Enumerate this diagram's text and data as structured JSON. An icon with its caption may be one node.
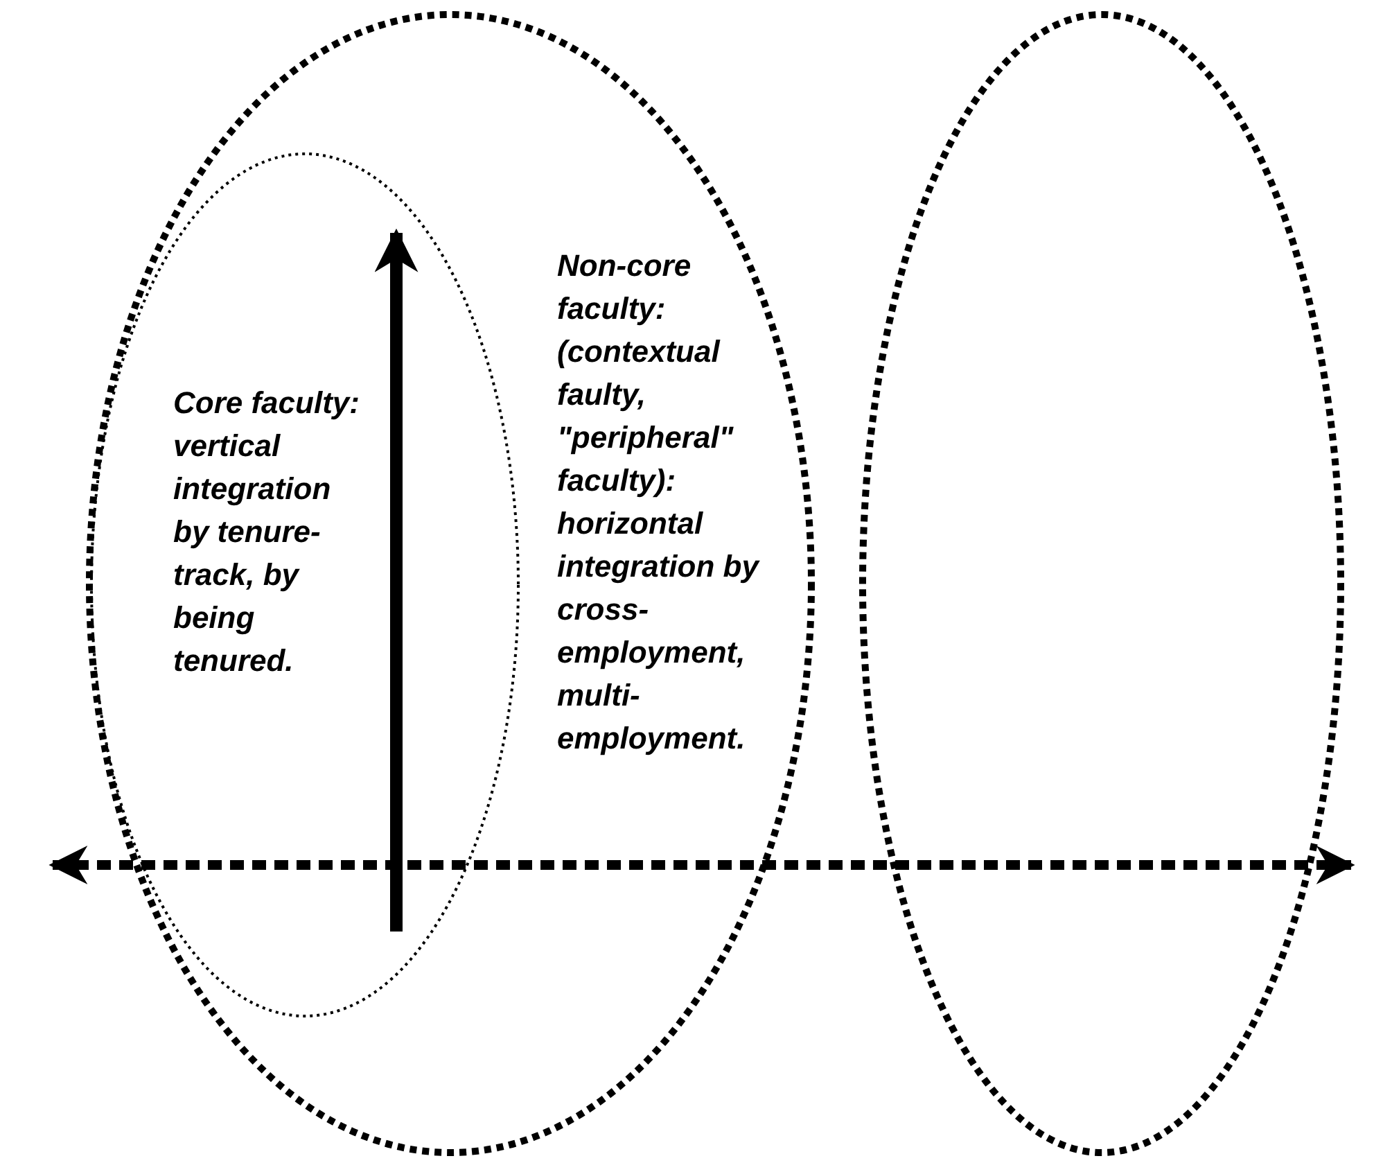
{
  "diagram": {
    "nodes": [
      {
        "text": [
          "Non-core faculty: (contextual faulty, \"peripheral\" faculty): horizontal integration by cross-employment, multi-employment."
        ]
      },
      {
        "text": [
          "Core faculty: vertical integration by tenure-track, by being tenured."
        ],
        "in": 0
      },
      {
        "text": [],
        "shape": "ellipse"
      }
    ]
  }
}
